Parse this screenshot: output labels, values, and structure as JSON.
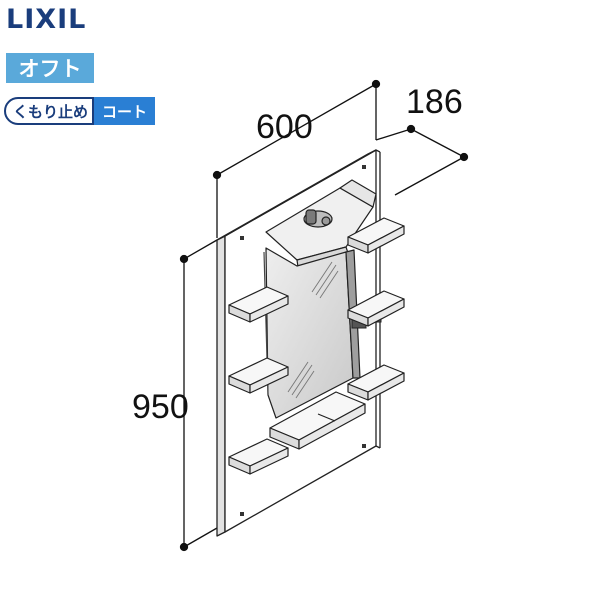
{
  "brand": {
    "name": "LIXIL"
  },
  "badges": {
    "ofuto": "オフト",
    "kumori_left": "くもり止め",
    "kumori_right": "コート"
  },
  "dimensions": {
    "width": "600",
    "depth": "186",
    "height": "950"
  },
  "colors": {
    "brand": "#1a3d7c",
    "badge_blue": "#5aa9da",
    "coat_blue": "#2a7fd4"
  }
}
